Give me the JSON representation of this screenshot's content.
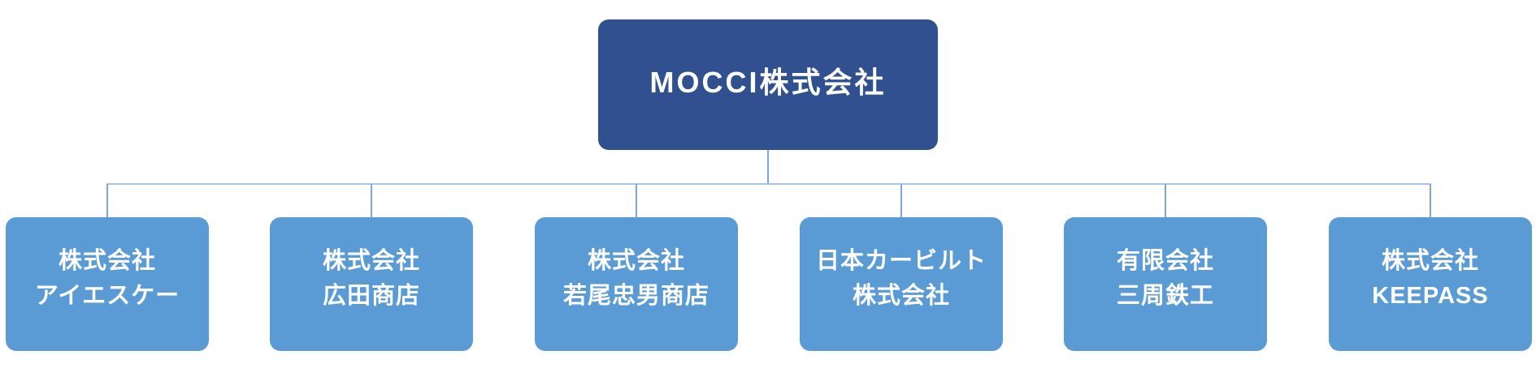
{
  "org_chart": {
    "type": "org-chart",
    "root": {
      "label": "MOCCI株式会社"
    },
    "children": [
      {
        "line1": "株式会社",
        "line2": "アイエスケー"
      },
      {
        "line1": "株式会社",
        "line2": "広田商店"
      },
      {
        "line1": "株式会社",
        "line2": "若尾忠男商店"
      },
      {
        "line1": "日本カービルト",
        "line2": "株式会社"
      },
      {
        "line1": "有限会社",
        "line2": "三周鉄工"
      },
      {
        "line1": "株式会社",
        "line2": "KEEPASS"
      }
    ]
  },
  "colors": {
    "root_fill": "#30508F",
    "child_fill": "#5B9BD5",
    "text": "#FFFFFF",
    "connector_vertical": "#7FA7D6",
    "connector_horizontal": "#A9C3E2",
    "background": "#FFFFFF"
  }
}
